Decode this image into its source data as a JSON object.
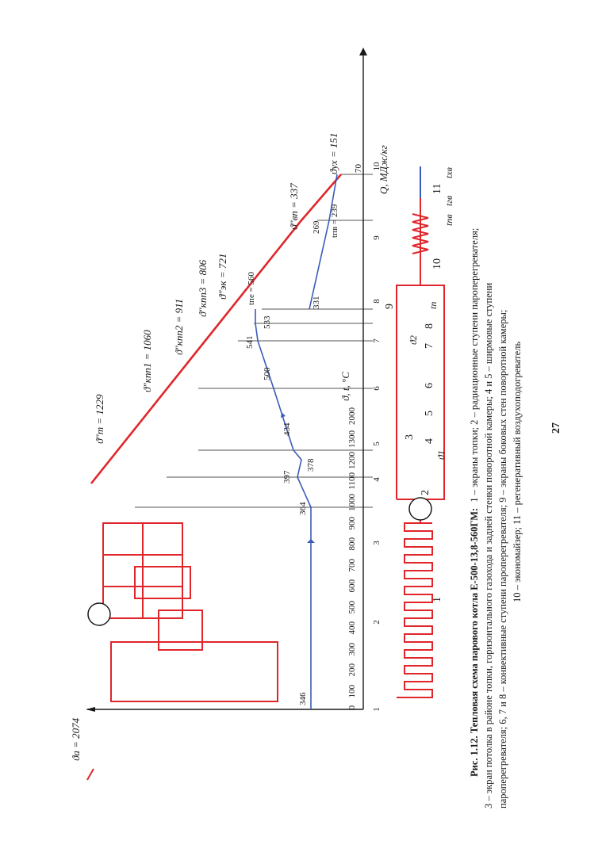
{
  "figure": {
    "caption_bold": "Рис. 1.12. Тепловая схема парового котла Е-500-13,8-560ГМ:",
    "caption_lines": [
      "1 – экраны топки; 2 – радиационные ступени пароперегревателя;",
      "3 – экран потолка в районе топки, горизонтального газохода и задней стенки поворотной камеры; 4 и 5 – ширмовые ступени",
      "пароперегревателя; 6, 7 и 8 – конвективные ступени пароперегревателя; 9 – экраны боковых стен поворотной камеры;",
      "10 – экономайзер; 11 – регенеративный воздухоподогреватель"
    ]
  },
  "page_number": "27",
  "colors": {
    "scheme": "#e0262b",
    "process": "#3a5bb8",
    "ink": "#1a1a1a"
  },
  "axes": {
    "y_label": "ϑ, t, °C",
    "y_ticks": [
      "0",
      "100",
      "200",
      "300",
      "400",
      "500",
      "600",
      "700",
      "800",
      "900",
      "1000",
      "1100",
      "1200",
      "1300",
      "2000"
    ],
    "x_label": "Q, МДж/кг",
    "x_ticks": [
      "1",
      "2",
      "3",
      "4",
      "5",
      "6",
      "7",
      "8",
      "9",
      "10"
    ]
  },
  "gas_labels": {
    "ta": "ϑa = 2074",
    "tt": "ϑ″т = 1229",
    "kpp1": "ϑ″кпп1 = 1060",
    "kpp2": "ϑ″кпп2 = 911",
    "kpp3": "ϑ″кпп3 = 806",
    "ek": "ϑ″эк = 721",
    "vp": "ϑ″вп = 337",
    "ux": "ϑух = 151"
  },
  "steam_values": {
    "v346": "346",
    "v364": "364",
    "v397": "397",
    "v378": "378",
    "v434": "434",
    "v500": "500",
    "v541": "541",
    "v533": "533",
    "v560": "tпе = 560",
    "v331": "331",
    "v269": "269",
    "v239": "tпв = 239",
    "v70": "70"
  },
  "scheme_numbers": [
    "1",
    "2",
    "3",
    "4",
    "5",
    "6",
    "7",
    "8",
    "9",
    "10",
    "11"
  ],
  "scheme_labels": {
    "t1": "ϑ1",
    "t2": "ϑ2",
    "tp": "tп",
    "tpv": "tпв",
    "tgv": "tгв",
    "txv": "tхв"
  }
}
